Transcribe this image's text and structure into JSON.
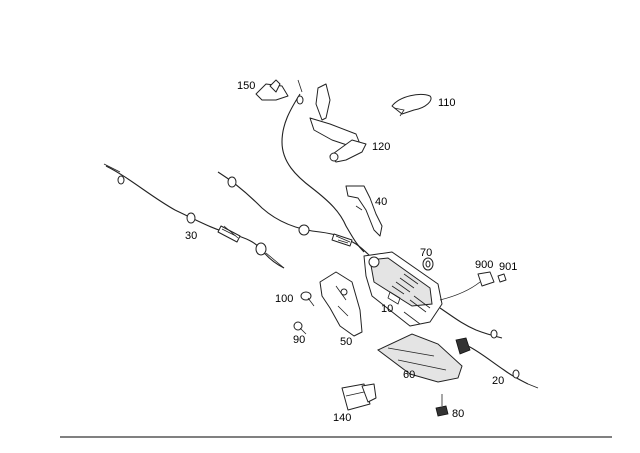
{
  "labels": {
    "p10": "10",
    "p20": "20",
    "p30": "30",
    "p40": "40",
    "p50": "50",
    "p60": "60",
    "p70": "70",
    "p80": "80",
    "p90": "90",
    "p100": "100",
    "p110": "110",
    "p120": "120",
    "p140": "140",
    "p150": "150",
    "p900": "900",
    "p901": "901"
  }
}
